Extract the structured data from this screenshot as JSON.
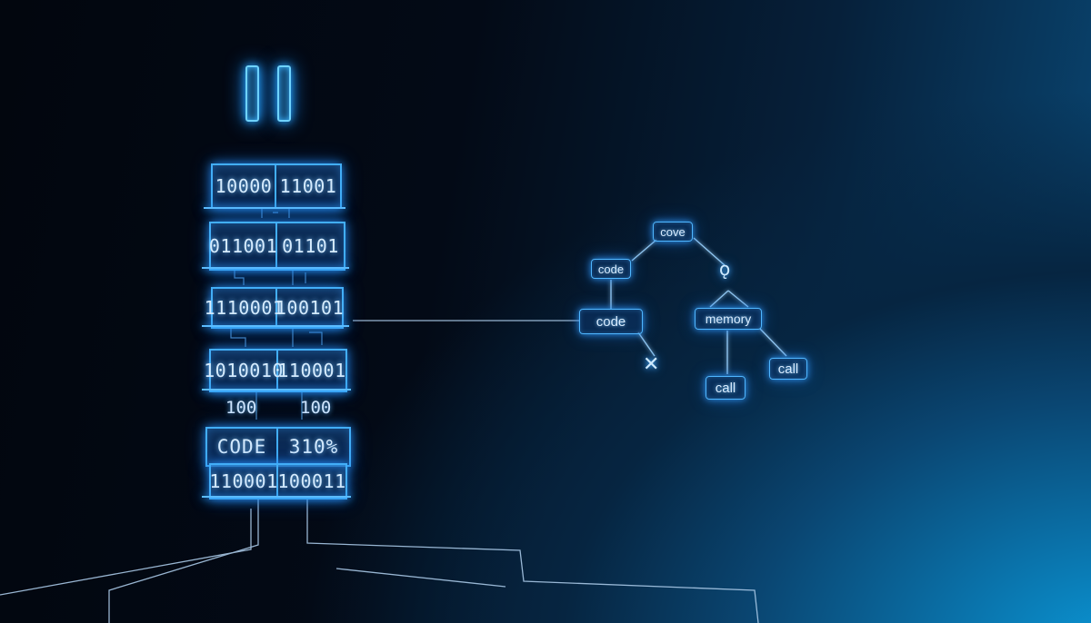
{
  "stack": {
    "rows": [
      {
        "left": "10000",
        "right": "11001"
      },
      {
        "left": "011001",
        "right": "01101"
      },
      {
        "left": "1110001",
        "right": "100101"
      },
      {
        "left": "1010010",
        "right": "110001"
      },
      {
        "left": "CODE",
        "right": "310%"
      },
      {
        "left": "110001",
        "right": "100011"
      }
    ],
    "loose_left": "100",
    "loose_right": "100"
  },
  "tree": {
    "root": "cove",
    "code_top": "code",
    "code_main": "code",
    "memory": "memory",
    "call_left": "call",
    "call_right": "call",
    "close_glyph": "✕",
    "search_glyph": "ǫ"
  },
  "icons": {
    "pause": "pause-icon",
    "close": "close-icon",
    "search": "search-icon"
  },
  "colors": {
    "accent": "#42aef8",
    "glow": "#25a6ff",
    "background": "#030a16",
    "highlight": "#0b97d6"
  }
}
